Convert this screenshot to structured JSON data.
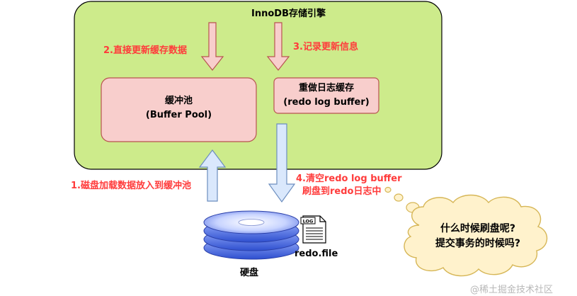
{
  "engine": {
    "title": "InnoDB存储引擎"
  },
  "buffer_pool": {
    "line1": "缓冲池",
    "line2": "(Buffer Pool)"
  },
  "redo_buffer": {
    "line1": "重做日志缓存",
    "line2": "(redo log buffer)"
  },
  "steps": {
    "s1": "1.磁盘加载数据放入到缓冲池",
    "s2": "2.直接更新缓存数据",
    "s3": "3.记录更新信息",
    "s4_line1": "4.清空redo log buffer",
    "s4_line2": "刷盘到redo日志中"
  },
  "disk": {
    "label": "硬盘"
  },
  "file": {
    "label": "redo.file",
    "icon_text": "LOG"
  },
  "cloud": {
    "line1": "什么时候刷盘呢?",
    "line2": "提交事务的时候吗?"
  },
  "watermark": "@稀土掘金技术社区",
  "colors": {
    "engine_fill": "#cdeb8b",
    "box_fill": "#f8cecc",
    "box_stroke": "#b85450",
    "arrow_down_fill": "#f8cecc",
    "arrow_up_fill": "#dae8fc",
    "step_text": "#ff3b3b",
    "cloud_fill": "#fff2cc",
    "cloud_stroke": "#d6b656",
    "disk_blue": "#3a5bd9"
  }
}
